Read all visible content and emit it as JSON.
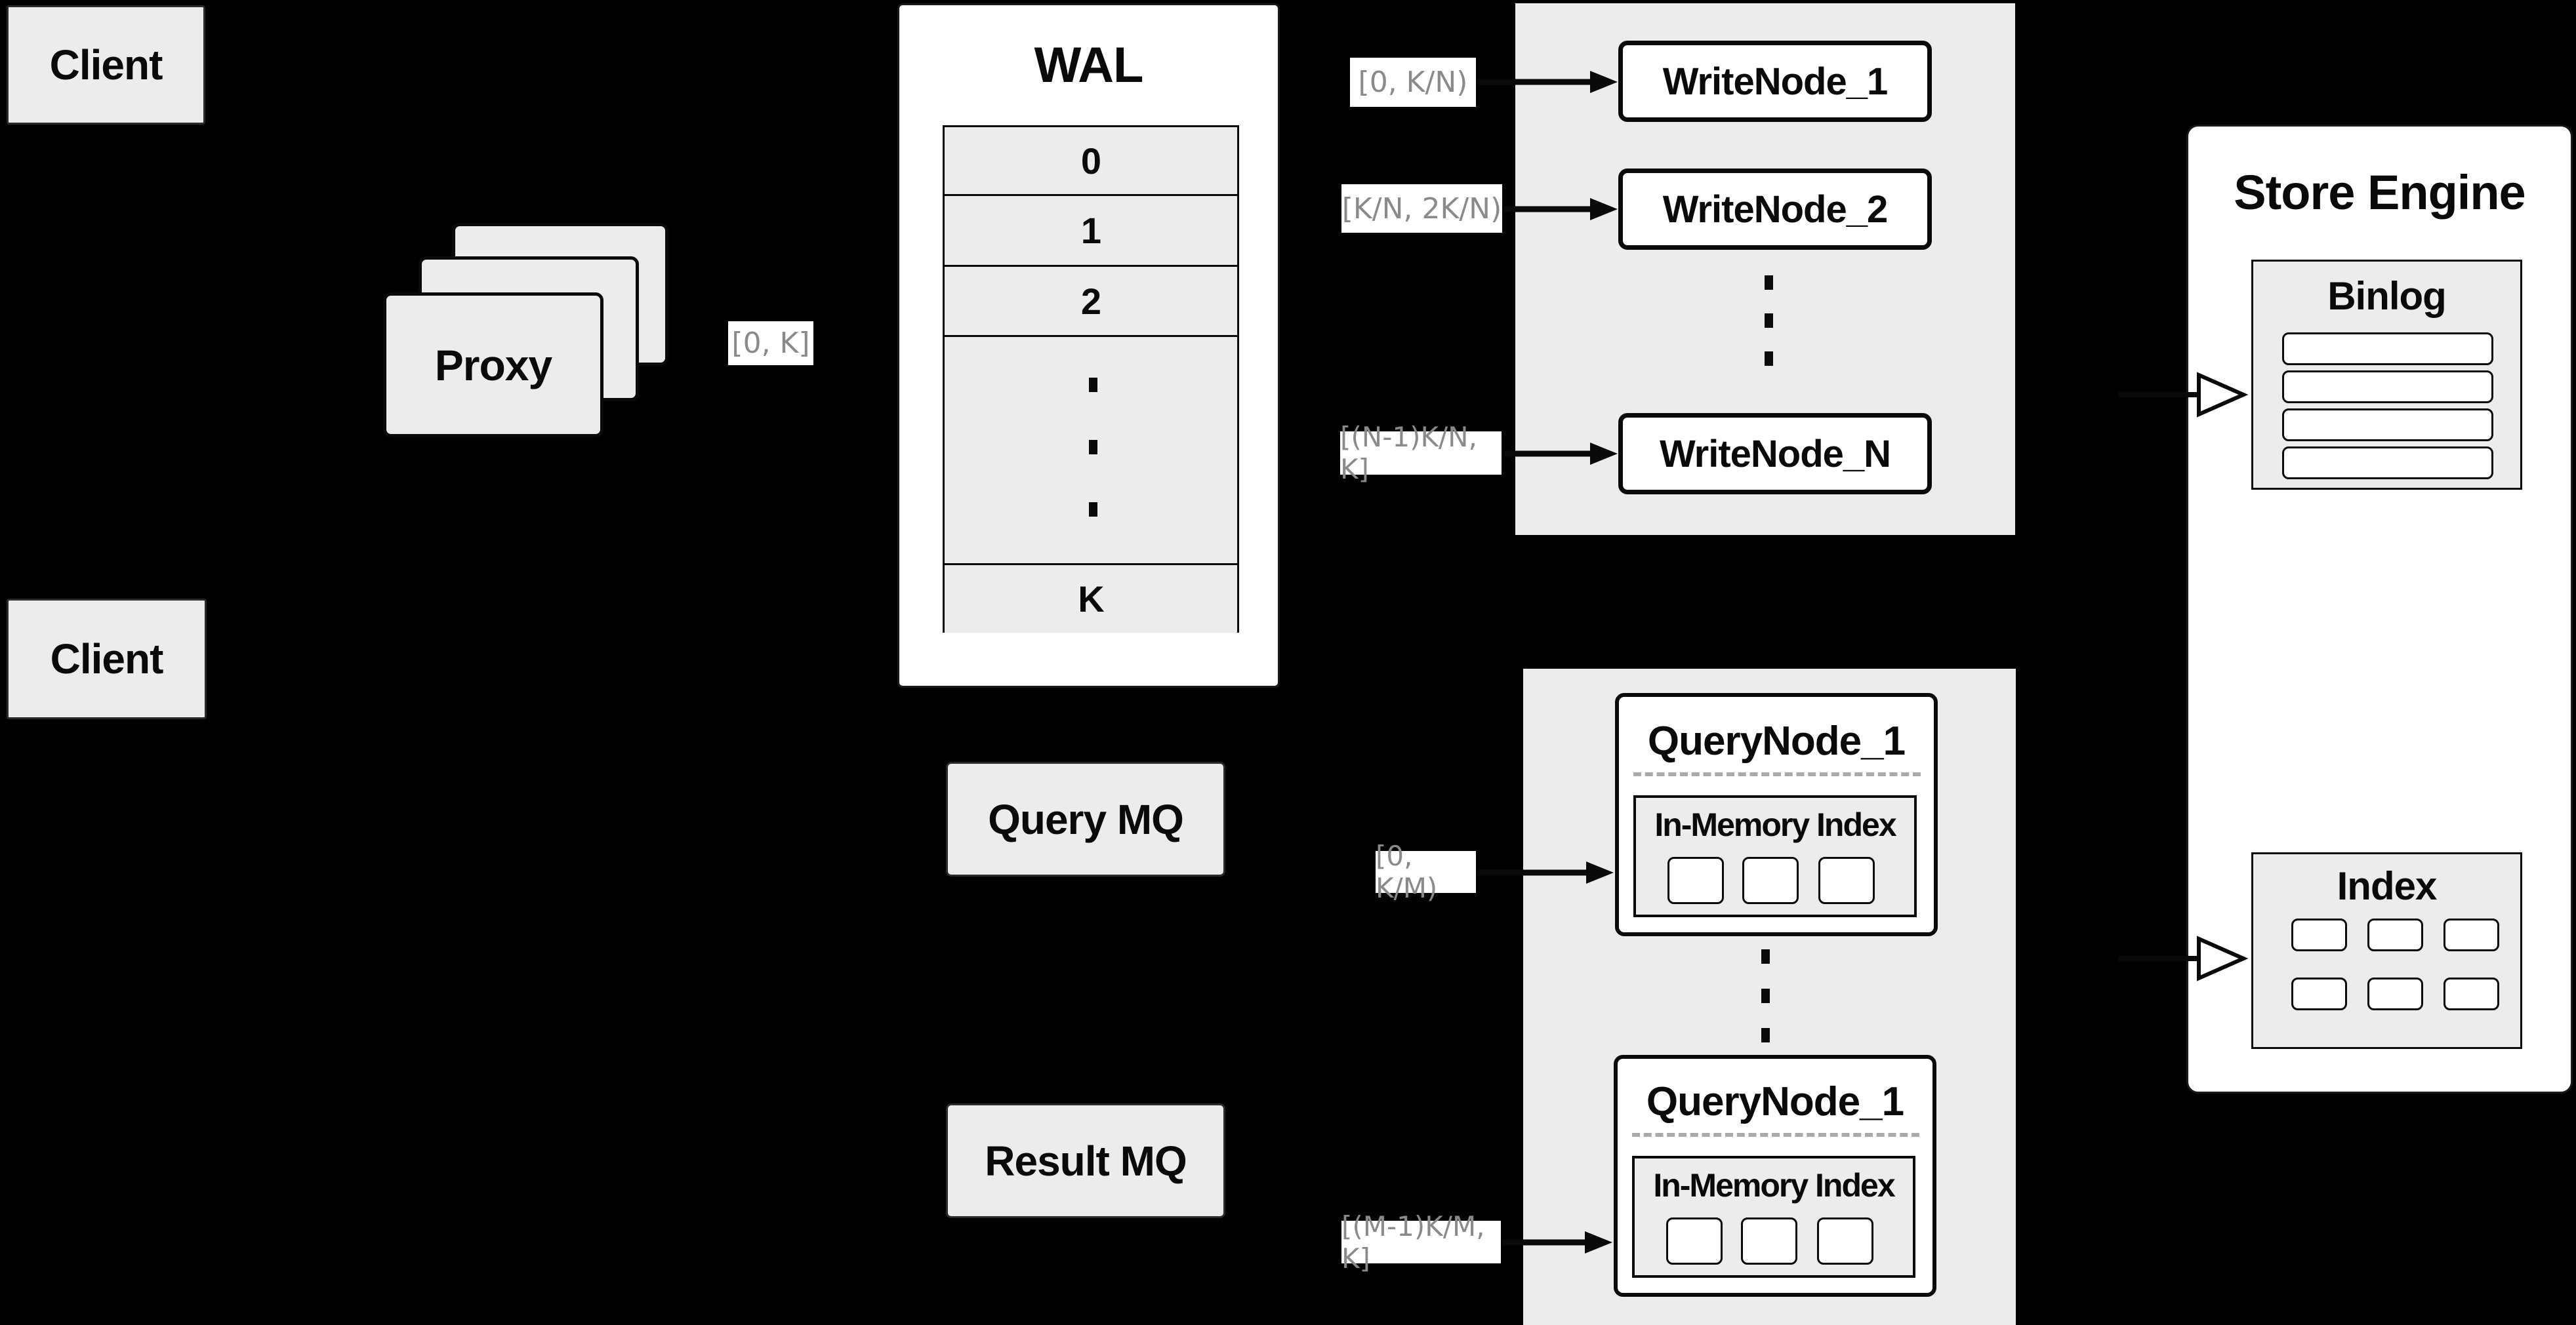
{
  "colors": {
    "background": "#000000",
    "box_gray": "#ececec",
    "box_white": "#ffffff",
    "border_black": "#0a0a0a",
    "range_label_text": "#8a8a8a",
    "dashed_separator": "#aaaaaa"
  },
  "clients": {
    "top": "Client",
    "bottom": "Client"
  },
  "proxy": {
    "label": "Proxy"
  },
  "wal": {
    "title": "WAL",
    "rows": [
      "0",
      "1",
      "2"
    ],
    "last_row": "K"
  },
  "range_labels": {
    "proxy": "[0, K]",
    "write1": "[0,  K/N)",
    "write2": "[K/N, 2K/N)",
    "writeN": "[(N-1)K/N,  K]",
    "query1": "[0, K/M)",
    "queryM": "[(M-1)K/M, K]"
  },
  "write_nodes": {
    "node1": "WriteNode_1",
    "node2": "WriteNode_2",
    "nodeN": "WriteNode_N"
  },
  "store_engine": {
    "title": "Store Engine",
    "binlog_title": "Binlog",
    "binlog_rows": 4,
    "index_title": "Index",
    "index_cells": 6
  },
  "mq": {
    "query": "Query MQ",
    "result": "Result MQ"
  },
  "query_nodes": {
    "node1_title": "QueryNode_1",
    "node1_inner": "In-Memory Index",
    "node2_title": "QueryNode_1",
    "node2_inner": "In-Memory Index"
  }
}
